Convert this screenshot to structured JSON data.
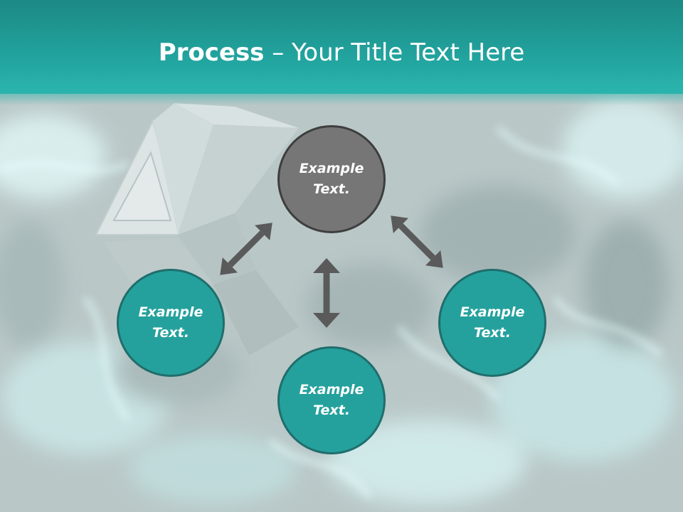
{
  "slide": {
    "title_bold": "Process",
    "title_rest": " – Your Title Text Here"
  },
  "nodes": {
    "top": {
      "line1": "Example",
      "line2": "Text."
    },
    "left": {
      "line1": "Example",
      "line2": "Text."
    },
    "right": {
      "line1": "Example",
      "line2": "Text."
    },
    "bottom": {
      "line1": "Example",
      "line2": "Text."
    }
  },
  "colors": {
    "header": "#23a7a2",
    "teal_node": "#25a19d",
    "gray_node": "#767676",
    "arrow": "#5a5a5a"
  }
}
